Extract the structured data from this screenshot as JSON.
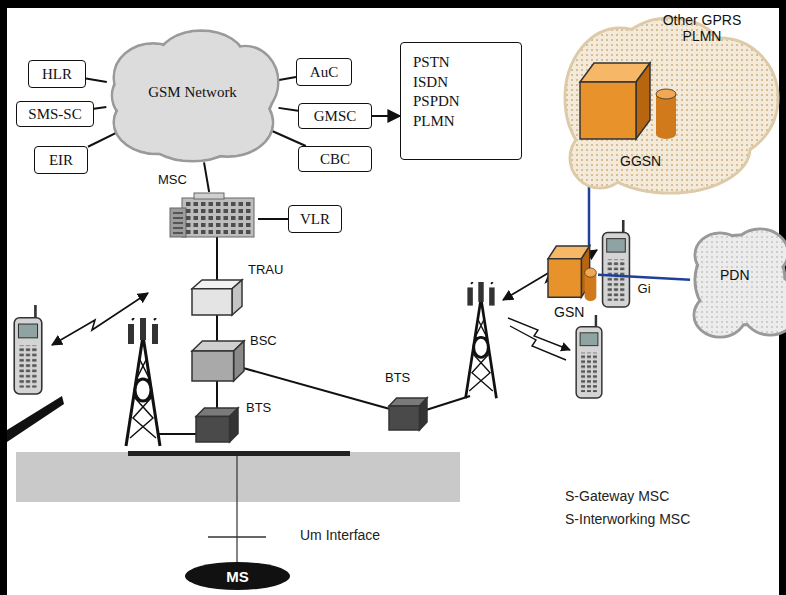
{
  "diagram": {
    "nodes": [
      {
        "text": [
          "HLR"
        ]
      },
      {
        "text": [
          "AuC"
        ]
      },
      {
        "text": [
          "GSM Network"
        ]
      },
      {
        "text": [
          "SMS-SC"
        ]
      },
      {
        "text": [
          "GMSC"
        ]
      },
      {
        "text": [
          "EIR"
        ]
      },
      {
        "text": [
          "CBC"
        ]
      },
      {
        "text": [
          "PSTN ISDN PSPDN PLMN"
        ]
      },
      {
        "text": [
          "Other GPRS PLMN"
        ]
      },
      {
        "text": [
          "GGSN"
        ],
        "in": 8
      },
      {
        "text": [
          "MSC"
        ]
      },
      {
        "text": [
          "VLR"
        ]
      },
      {
        "text": [
          "GSN"
        ]
      },
      {
        "text": [
          "PDN"
        ]
      },
      {
        "text": [
          "TRAU"
        ]
      },
      {
        "text": [
          "BSC"
        ]
      },
      {
        "text": [
          "BTS"
        ]
      },
      {
        "text": [
          "BTS"
        ]
      },
      {
        "text": [
          "MS"
        ]
      }
    ],
    "edges": [
      {
        "from": 0,
        "to": 2,
        "arrow": "none"
      },
      {
        "from": 3,
        "to": 2,
        "arrow": "none"
      },
      {
        "from": 5,
        "to": 2,
        "arrow": "none"
      },
      {
        "from": 1,
        "to": 2,
        "arrow": "none"
      },
      {
        "from": 4,
        "to": 2,
        "arrow": "none"
      },
      {
        "from": 6,
        "to": 2,
        "arrow": "none"
      },
      {
        "from": 4,
        "to": 7,
        "arrow": "to"
      },
      {
        "from": 10,
        "to": 2,
        "arrow": "none"
      },
      {
        "from": 10,
        "to": 11,
        "arrow": "none"
      },
      {
        "from": 10,
        "to": 14,
        "arrow": "none"
      },
      {
        "from": 14,
        "to": 15,
        "arrow": "none"
      },
      {
        "from": 15,
        "to": 16,
        "arrow": "none"
      },
      {
        "from": 15,
        "to": 17,
        "arrow": "none"
      },
      {
        "from": 9,
        "to": 12,
        "arrow": "none"
      },
      {
        "from": 12,
        "to": 13,
        "label": "Gi",
        "arrow": "none"
      }
    ],
    "labels": [
      "S-Gateway MSC",
      "S-Interworking MSC",
      "Um Interface"
    ]
  }
}
